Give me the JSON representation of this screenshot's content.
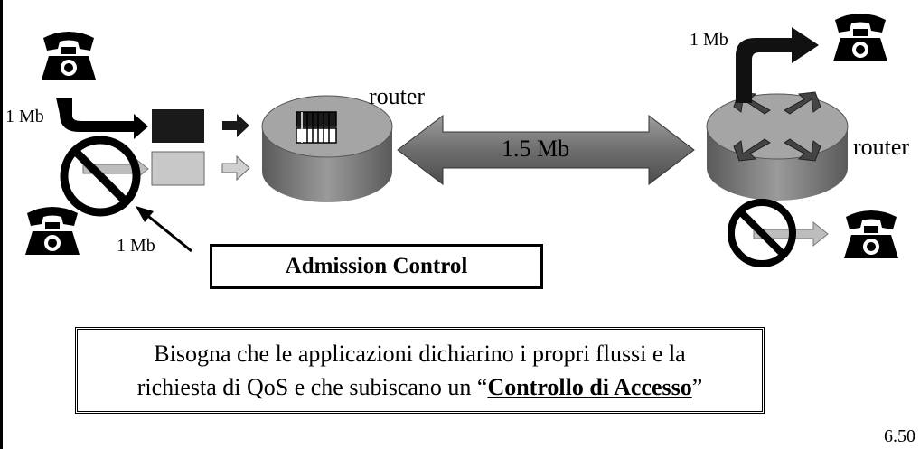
{
  "labels": {
    "router_left": "router",
    "router_right": "router",
    "link_capacity": "1.5 Mb",
    "flow_left_top": "1 Mb",
    "flow_left_bottom": "1 Mb",
    "flow_right_top": "1 Mb"
  },
  "admission_control": "Admission Control",
  "note": {
    "line1": "Bisogna che le applicazioni dichiarino i propri flussi e la",
    "line2_prefix": "richiesta di QoS e che subiscano un “",
    "line2_emph": "Controllo di Accesso",
    "line2_suffix": "”"
  },
  "slide_number": "6.50",
  "colors": {
    "router_fill": "#8a8a8a",
    "link_fill": "#777777",
    "packet_dark": "#1a1a1a",
    "packet_light": "#c8c8c8",
    "forbidden": "#000000"
  },
  "icons": [
    "telephone-icon",
    "router-icon",
    "forbidden-icon",
    "arrow-icon"
  ]
}
